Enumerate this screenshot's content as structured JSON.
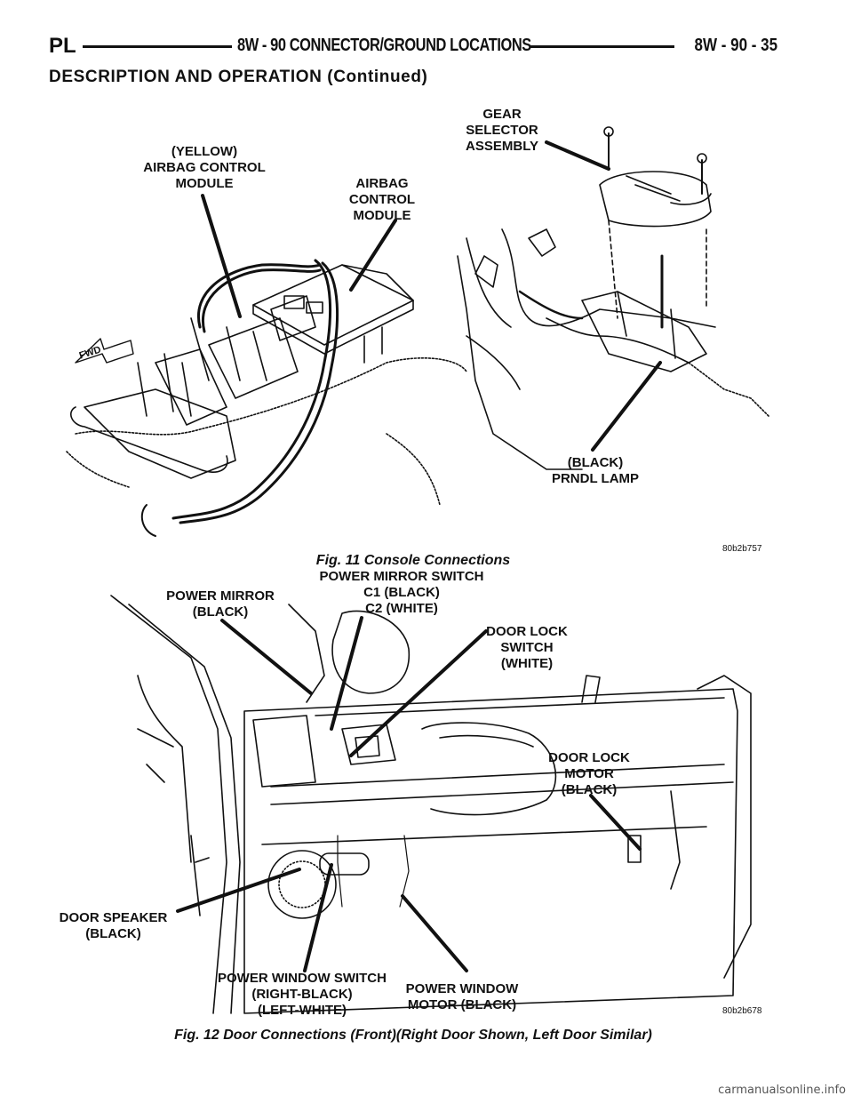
{
  "header": {
    "left": "PL",
    "center": "8W - 90 CONNECTOR/GROUND LOCATIONS",
    "right": "8W - 90 - 35"
  },
  "section_title": "DESCRIPTION AND OPERATION (Continued)",
  "fig11": {
    "labels": {
      "yellow_acm": [
        "(YELLOW)",
        "AIRBAG CONTROL",
        "MODULE"
      ],
      "acm": [
        "AIRBAG",
        "CONTROL",
        "MODULE"
      ],
      "gear": [
        "GEAR",
        "SELECTOR",
        "ASSEMBLY"
      ],
      "prndl": [
        "(BLACK)",
        "PRNDL LAMP"
      ],
      "fwd": "FWD"
    },
    "code": "80b2b757",
    "caption": "Fig. 11 Console Connections"
  },
  "fig12": {
    "labels": {
      "power_mirror": [
        "POWER MIRROR",
        "(BLACK)"
      ],
      "mirror_switch": [
        "POWER MIRROR SWITCH",
        "C1 (BLACK)",
        "C2 (WHITE)"
      ],
      "door_lock_switch": [
        "DOOR LOCK",
        "SWITCH",
        "(WHITE)"
      ],
      "door_lock_motor": [
        "DOOR LOCK",
        "MOTOR",
        "(BLACK)"
      ],
      "door_speaker": [
        "DOOR SPEAKER",
        "(BLACK)"
      ],
      "window_switch": [
        "POWER WINDOW SWITCH",
        "(RIGHT-BLACK)",
        "(LEFT-WHITE)"
      ],
      "window_motor": [
        "POWER WINDOW",
        "MOTOR (BLACK)"
      ]
    },
    "code": "80b2b678",
    "caption": "Fig. 12 Door Connections (Front)(Right Door Shown, Left Door Similar)"
  },
  "watermark": "carmanualsonline.info"
}
